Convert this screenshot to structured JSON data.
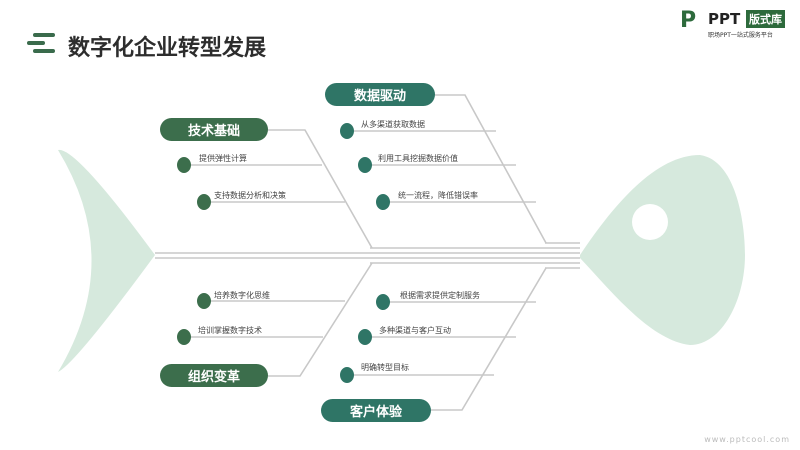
{
  "header": {
    "title": "数字化企业转型发展"
  },
  "logo": {
    "brand": "PPT",
    "badge": "版式库",
    "tagline": "职场PPT一站式服务平台"
  },
  "watermark": "www.pptcool.com",
  "colors": {
    "left": "#3c6e4c",
    "right": "#2f7566",
    "fish": "#d6e9dd",
    "bone": "#c8c8c8"
  },
  "bones": {
    "tech": {
      "label": "技术基础",
      "items": [
        "提供弹性计算",
        "支持数据分析和决策"
      ]
    },
    "data": {
      "label": "数据驱动",
      "items": [
        "从多渠道获取数据",
        "利用工具挖掘数据价值",
        "统一流程，降低错误率"
      ]
    },
    "org": {
      "label": "组织变革",
      "items": [
        "培养数字化思维",
        "培训掌握数字技术"
      ]
    },
    "cust": {
      "label": "客户体验",
      "items": [
        "根据需求提供定制服务",
        "多种渠道与客户互动",
        "明确转型目标"
      ]
    }
  }
}
